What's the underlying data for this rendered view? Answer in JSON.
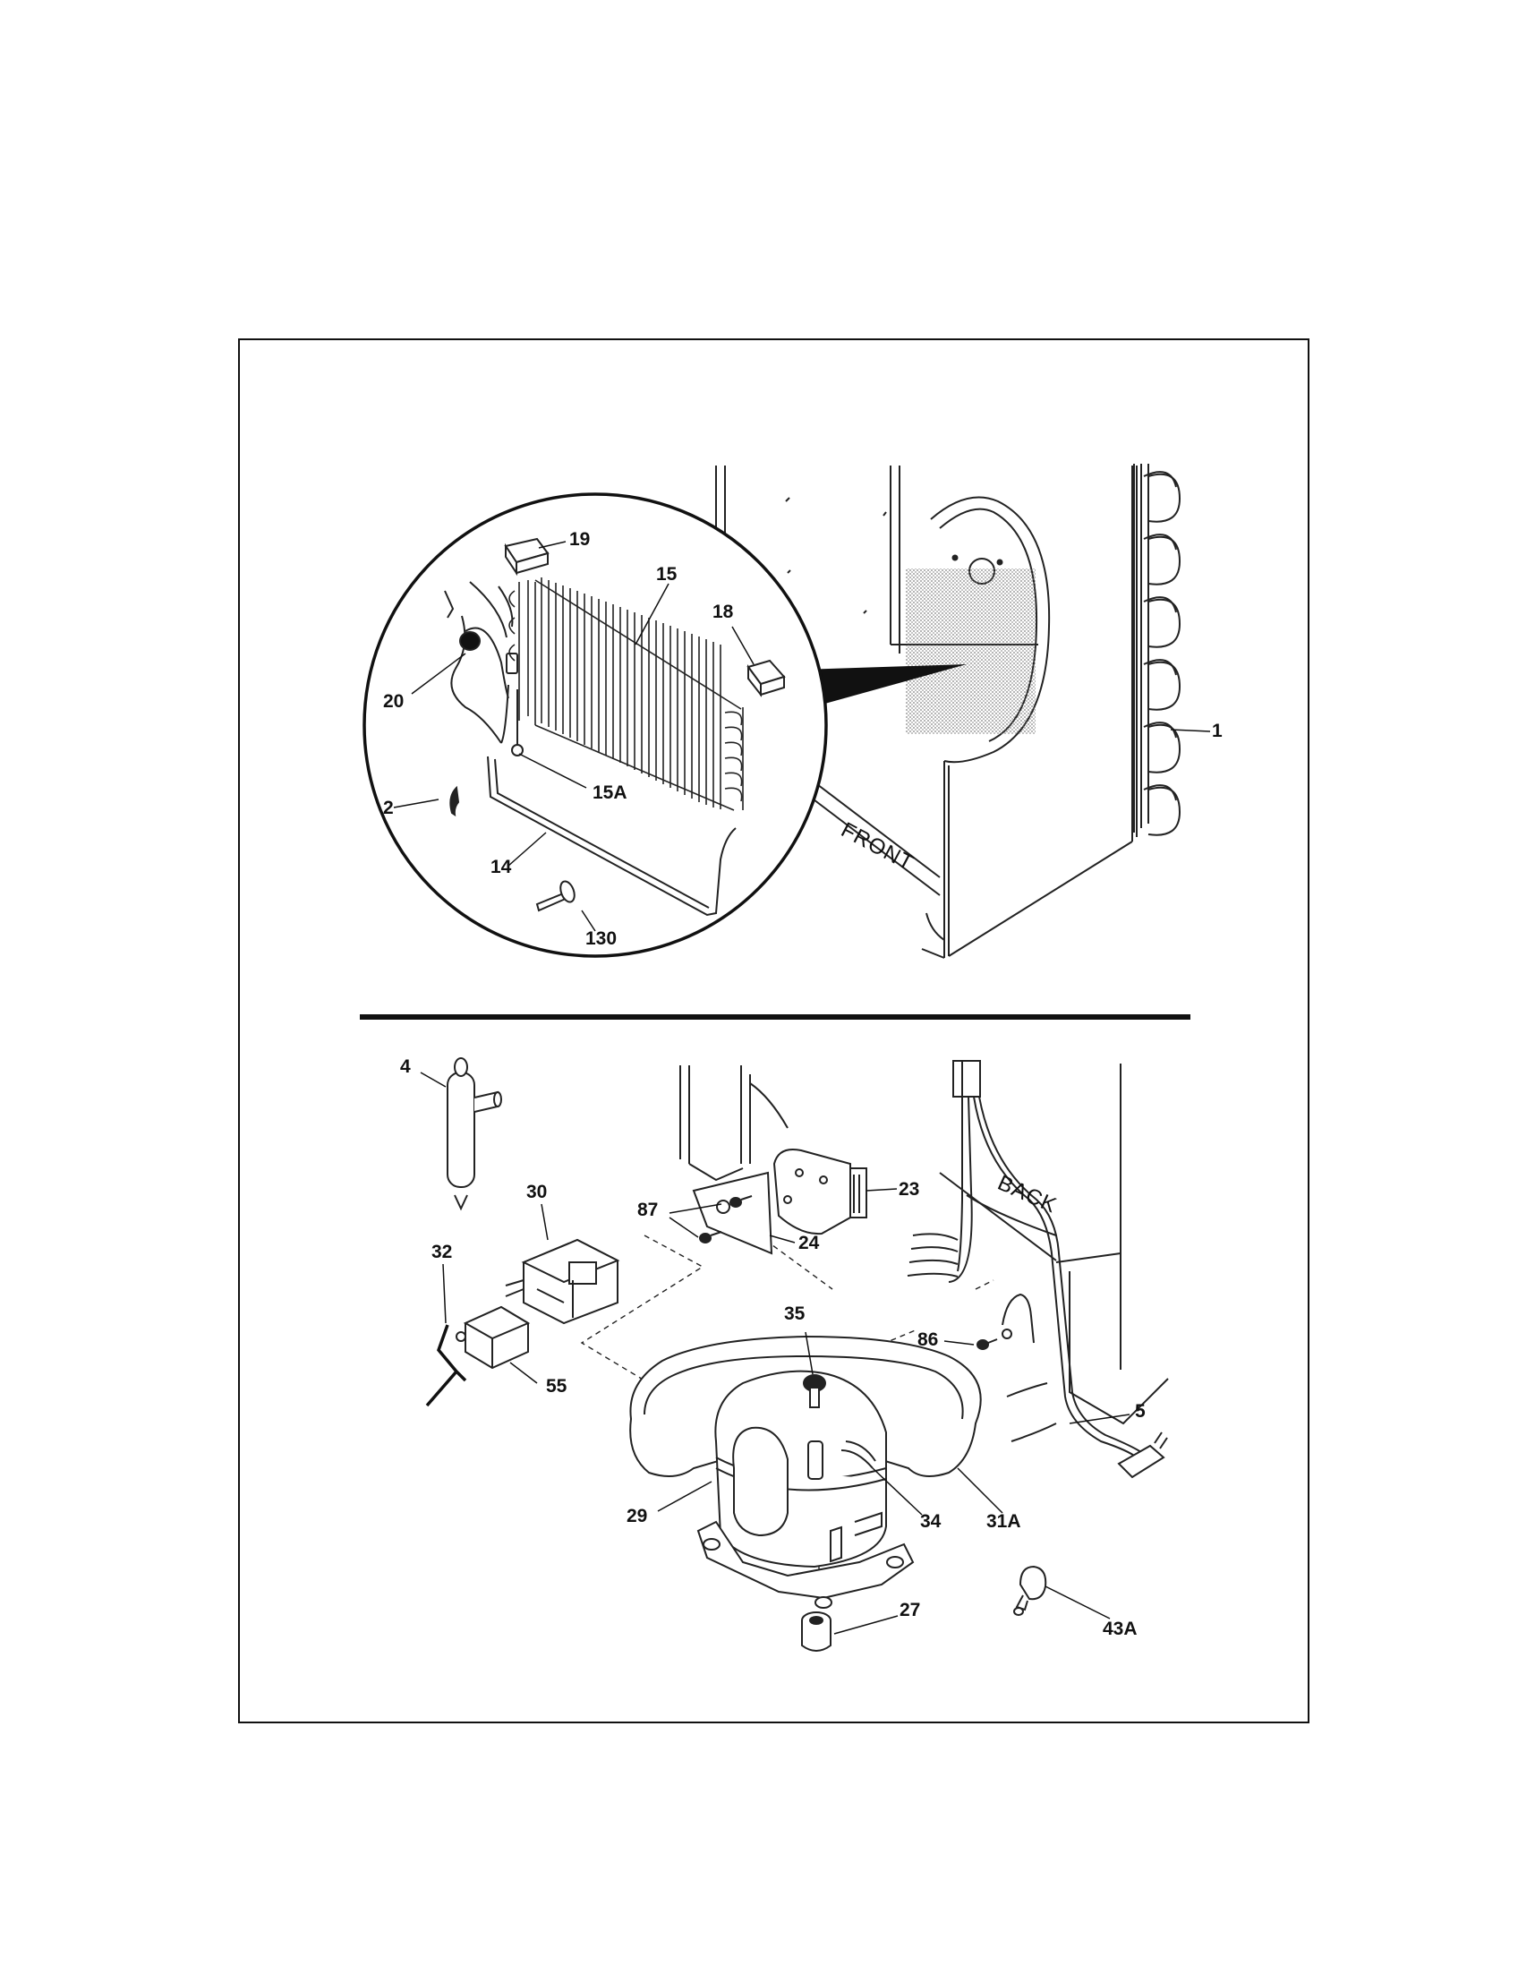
{
  "diagram": {
    "callouts": {
      "p1": "1",
      "p2": "2",
      "p4": "4",
      "p5": "5",
      "p14": "14",
      "p15": "15",
      "p15a": "15A",
      "p18": "18",
      "p19": "19",
      "p20": "20",
      "p23": "23",
      "p24": "24",
      "p27": "27",
      "p29": "29",
      "p30": "30",
      "p31a": "31A",
      "p32": "32",
      "p34": "34",
      "p35": "35",
      "p43a": "43A",
      "p55": "55",
      "p86": "86",
      "p87": "87",
      "p130": "130"
    },
    "labels": {
      "front": "FRONT",
      "back": "BACK"
    }
  }
}
